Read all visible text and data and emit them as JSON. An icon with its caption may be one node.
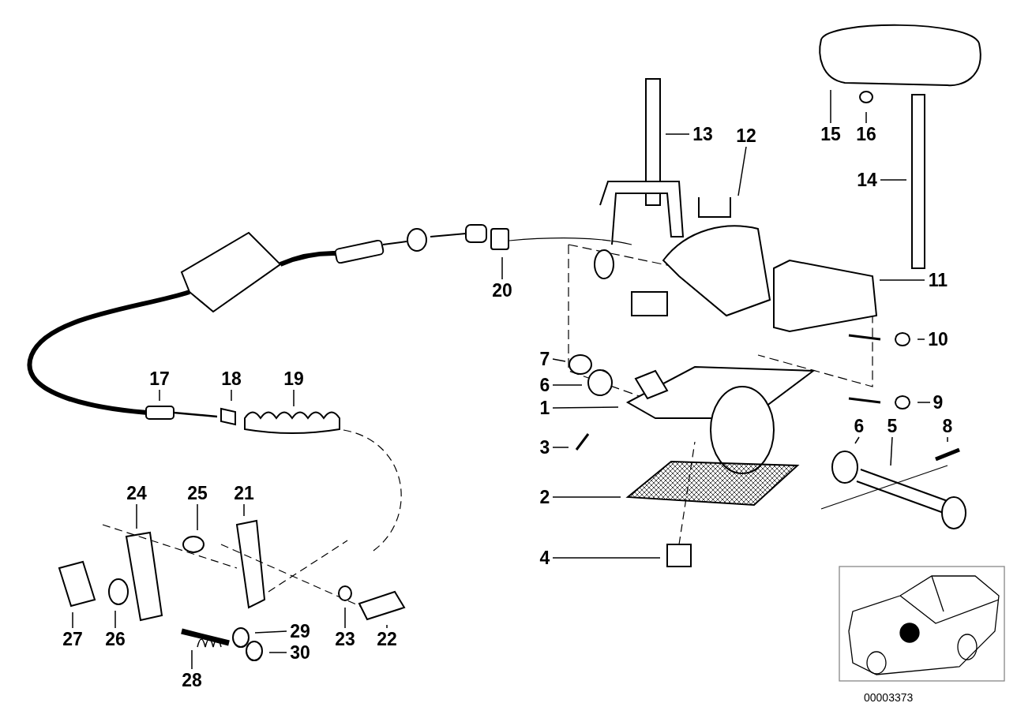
{
  "diagram": {
    "nodes": [
      {
        "text": [
          "15"
        ]
      },
      {
        "text": [
          "16"
        ]
      },
      {
        "text": [
          "13"
        ]
      },
      {
        "text": [
          "12"
        ]
      },
      {
        "text": [
          "14"
        ]
      },
      {
        "text": [
          "11"
        ]
      },
      {
        "text": [
          "20"
        ]
      },
      {
        "text": [
          "10"
        ]
      },
      {
        "text": [
          "17"
        ]
      },
      {
        "text": [
          "18"
        ]
      },
      {
        "text": [
          "19"
        ]
      },
      {
        "text": [
          "7"
        ]
      },
      {
        "text": [
          "6"
        ]
      },
      {
        "text": [
          "1"
        ]
      },
      {
        "text": [
          "9"
        ]
      },
      {
        "text": [
          "3"
        ]
      },
      {
        "text": [
          "6"
        ]
      },
      {
        "text": [
          "5"
        ]
      },
      {
        "text": [
          "8"
        ]
      },
      {
        "text": [
          "24"
        ]
      },
      {
        "text": [
          "25"
        ]
      },
      {
        "text": [
          "21"
        ]
      },
      {
        "text": [
          "2"
        ]
      },
      {
        "text": [
          "4"
        ]
      },
      {
        "text": [
          "29"
        ]
      },
      {
        "text": [
          "23"
        ]
      },
      {
        "text": [
          "22"
        ]
      },
      {
        "text": [
          "27"
        ]
      },
      {
        "text": [
          "26"
        ]
      },
      {
        "text": [
          "30"
        ]
      },
      {
        "text": [
          "28"
        ]
      }
    ],
    "edges": [
      {
        "from": 0,
        "to": null,
        "arrow": "none"
      },
      {
        "from": 1,
        "to": null,
        "arrow": "none"
      },
      {
        "from": 2,
        "to": null,
        "arrow": "none"
      },
      {
        "from": 3,
        "to": null,
        "arrow": "none"
      },
      {
        "from": 4,
        "to": null,
        "arrow": "none"
      },
      {
        "from": 5,
        "to": null,
        "arrow": "none"
      },
      {
        "from": 6,
        "to": null,
        "arrow": "none"
      },
      {
        "from": 7,
        "to": null,
        "arrow": "none"
      },
      {
        "from": 8,
        "to": null,
        "arrow": "none"
      },
      {
        "from": 9,
        "to": null,
        "arrow": "none"
      },
      {
        "from": 10,
        "to": null,
        "arrow": "none"
      },
      {
        "from": 11,
        "to": null,
        "arrow": "none"
      },
      {
        "from": 12,
        "to": null,
        "arrow": "none"
      },
      {
        "from": 13,
        "to": null,
        "arrow": "none"
      },
      {
        "from": 14,
        "to": null,
        "arrow": "none"
      },
      {
        "from": 15,
        "to": null,
        "arrow": "none"
      },
      {
        "from": 16,
        "to": null,
        "arrow": "none"
      },
      {
        "from": 17,
        "to": null,
        "arrow": "none"
      },
      {
        "from": 18,
        "to": null,
        "arrow": "none"
      },
      {
        "from": 19,
        "to": null,
        "arrow": "none"
      },
      {
        "from": 20,
        "to": null,
        "arrow": "none"
      },
      {
        "from": 21,
        "to": null,
        "arrow": "none"
      },
      {
        "from": 22,
        "to": null,
        "arrow": "none"
      },
      {
        "from": 23,
        "to": null,
        "arrow": "none"
      },
      {
        "from": 24,
        "to": null,
        "arrow": "none"
      },
      {
        "from": 25,
        "to": null,
        "arrow": "none"
      },
      {
        "from": 26,
        "to": null,
        "arrow": "none"
      },
      {
        "from": 27,
        "to": null,
        "arrow": "none"
      },
      {
        "from": 28,
        "to": null,
        "arrow": "none"
      },
      {
        "from": 29,
        "to": null,
        "arrow": "none"
      },
      {
        "from": 30,
        "to": null,
        "arrow": "none"
      }
    ],
    "labels": [
      "00003373"
    ]
  }
}
